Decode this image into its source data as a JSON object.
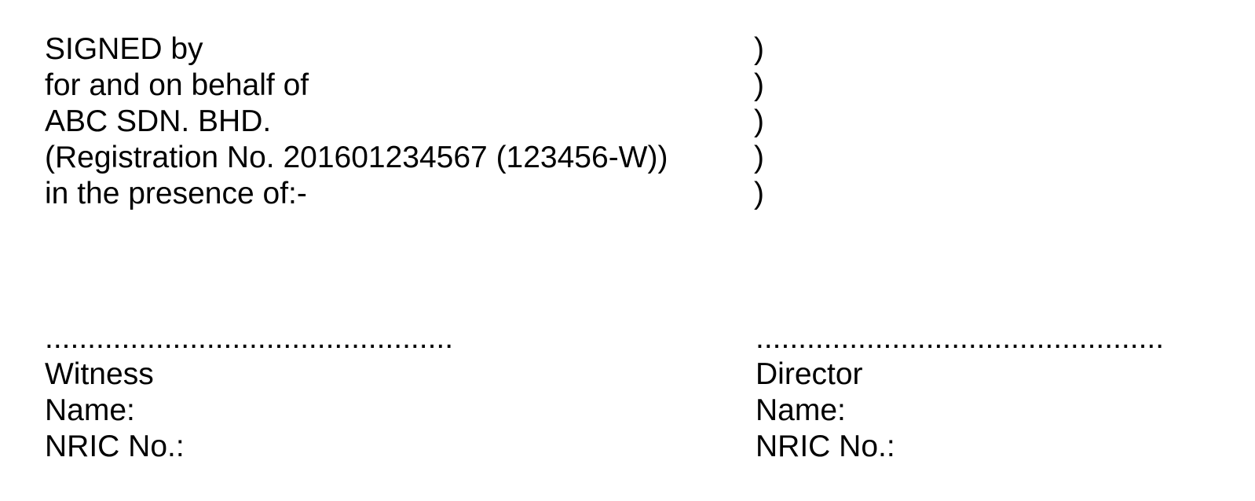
{
  "document": {
    "colors": {
      "background": "#ffffff",
      "text": "#000000"
    },
    "execution_clause": {
      "lines": [
        {
          "text": "SIGNED by",
          "bracket": ")"
        },
        {
          "text": "for and on behalf of",
          "bracket": ")"
        },
        {
          "text": "ABC SDN. BHD.",
          "bracket": ")"
        },
        {
          "text": "(Registration No. 201601234567 (123456-W))",
          "bracket": ")"
        },
        {
          "text": "in the presence of:-",
          "bracket": ")"
        }
      ]
    },
    "signature_blocks": {
      "witness": {
        "signature_line": "................................................",
        "role": "Witness",
        "name_label": "Name:",
        "nric_label": "NRIC No.:"
      },
      "director": {
        "signature_line": "................................................",
        "role": "Director",
        "name_label": "Name:",
        "nric_label": "NRIC No.:"
      }
    }
  }
}
